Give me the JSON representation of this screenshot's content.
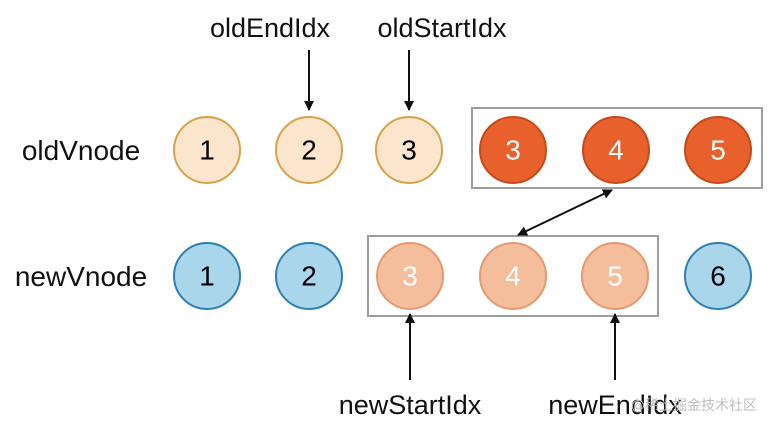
{
  "labels": {
    "old_vnode": "oldVnode",
    "new_vnode": "newVnode",
    "old_end_idx": "oldEndIdx",
    "old_start_idx": "oldStartIdx",
    "new_start_idx": "newStartIdx",
    "new_end_idx": "newEndIdx"
  },
  "old_nodes": [
    "1",
    "2",
    "3",
    "3",
    "4",
    "5"
  ],
  "new_nodes": [
    "1",
    "2",
    "3",
    "4",
    "5",
    "6"
  ],
  "watermark": "@稀土掘金技术社区",
  "colors": {
    "old_plain_fill": "#fbe5cd",
    "old_plain_stroke": "#d8a24a",
    "old_moved_fill": "#e8612c",
    "old_moved_stroke": "#c64a1a",
    "new_plain_fill": "#a9d6ea",
    "new_plain_stroke": "#2f7fb0",
    "new_range_fill": "#f4bd9b",
    "new_range_stroke": "#e59a72",
    "box_stroke": "#9e9e9e",
    "arrow": "#111111"
  }
}
